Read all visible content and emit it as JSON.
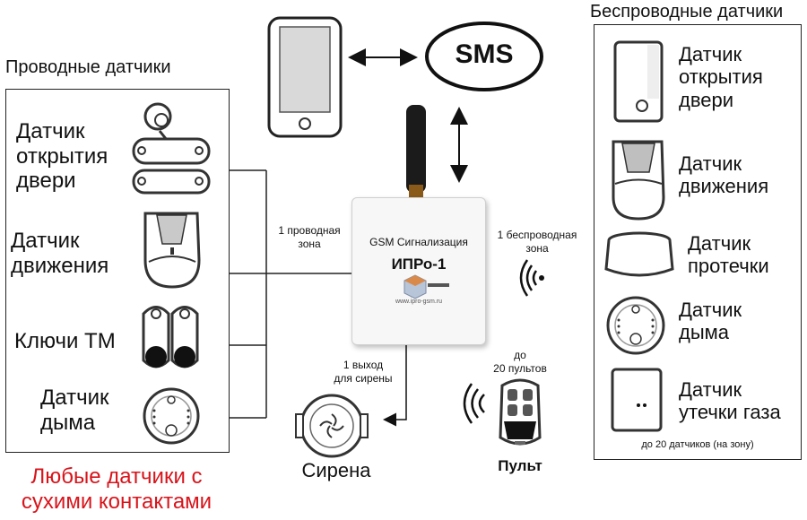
{
  "wired": {
    "header": "Проводные датчики",
    "sensors": [
      {
        "label": "Датчик\nоткрытия\nдвери",
        "icon": "magnetic-contact-icon"
      },
      {
        "label": "Датчик\nдвижения",
        "icon": "motion-sensor-icon"
      },
      {
        "label": "Ключи ТМ",
        "icon": "tm-keys-icon"
      },
      {
        "label": "Датчик\nдыма",
        "icon": "smoke-detector-icon"
      }
    ],
    "footer": "Любые датчики с\nсухими контактами"
  },
  "wireless": {
    "header": "Беспроводные датчики",
    "sensors": [
      {
        "label": "Датчик\nоткрытия\nдвери",
        "icon": "wireless-door-sensor-icon"
      },
      {
        "label": "Датчик\nдвижения",
        "icon": "wireless-motion-sensor-icon"
      },
      {
        "label": "Датчик\nпротечки",
        "icon": "leak-sensor-icon"
      },
      {
        "label": "Датчик\nдыма",
        "icon": "wireless-smoke-detector-icon"
      },
      {
        "label": "Датчик\nутечки газа",
        "icon": "gas-leak-sensor-icon"
      }
    ],
    "footer": "до 20 датчиков (на зону)"
  },
  "center": {
    "sms": "SMS",
    "device_title": "GSM Сигнализация",
    "device_model": "ИПРо-1",
    "device_url": "www.ipro-gsm.ru",
    "wired_zone": "1 проводная\nзона",
    "wireless_zone": "1 беспроводная\nзона",
    "siren_output": "1 выход\nдля сирены",
    "siren": "Сирена",
    "remotes_count": "до\n20 пультов",
    "remote": "Пульт"
  },
  "colors": {
    "accent_red": "#d8141b",
    "line": "#222222"
  }
}
